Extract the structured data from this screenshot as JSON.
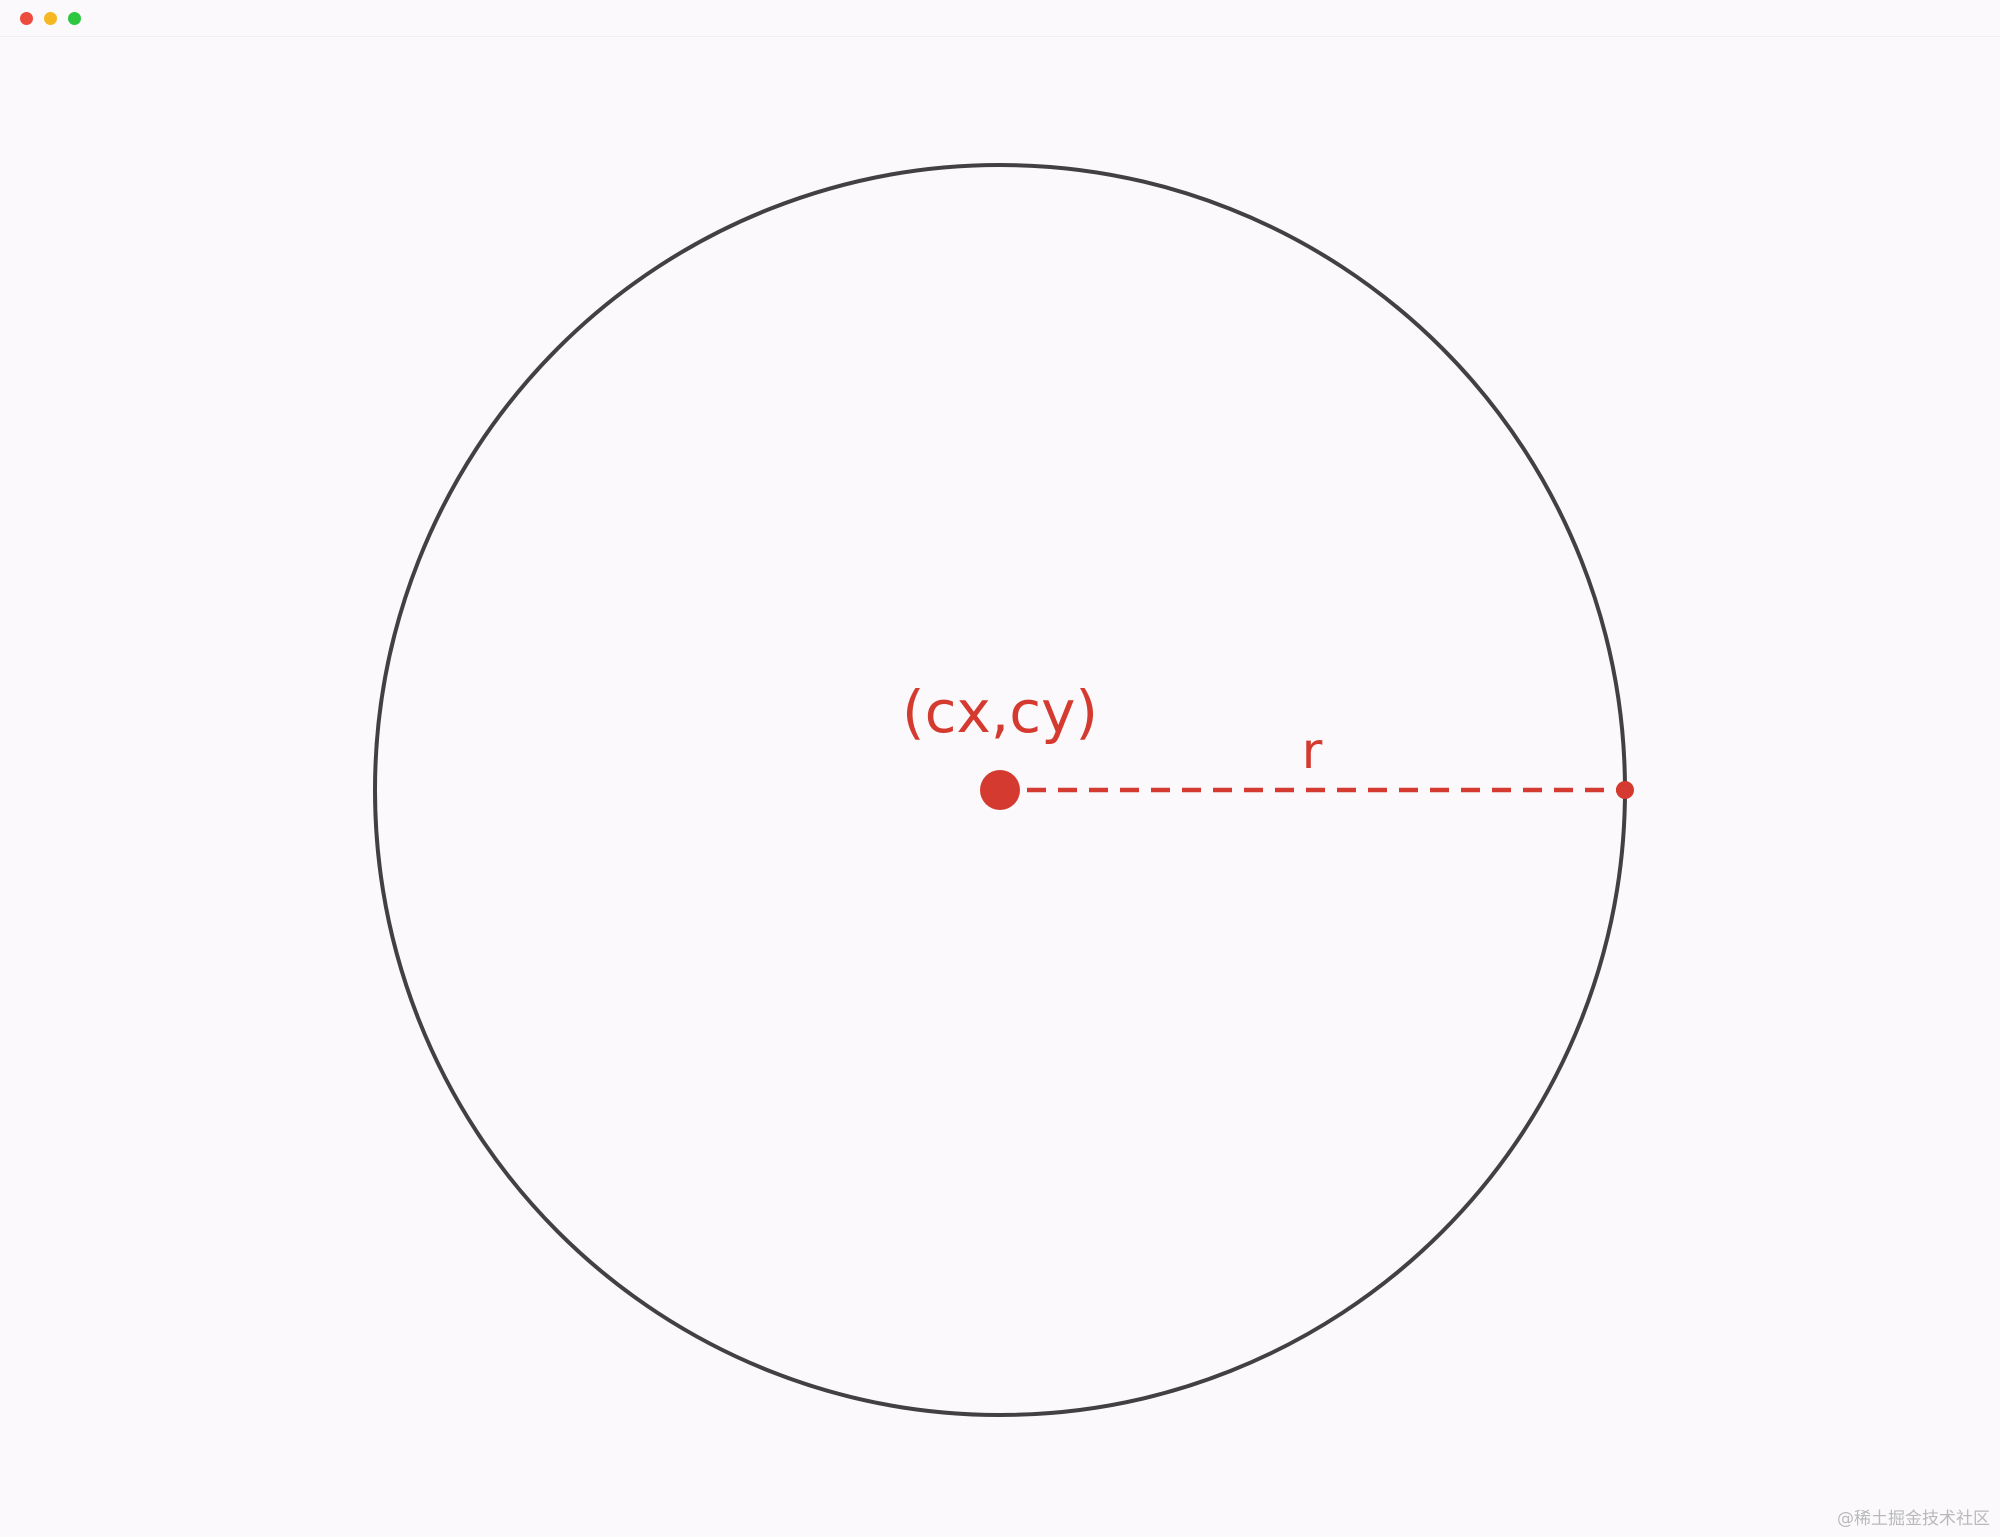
{
  "window": {
    "controls": [
      "close",
      "minimize",
      "zoom"
    ],
    "control_colors": {
      "close": "#ec4b3e",
      "minimize": "#f5b822",
      "zoom": "#2dc83f"
    }
  },
  "diagram": {
    "center_label": "(cx,cy)",
    "radius_label": "r",
    "circle_stroke_color": "#434043",
    "accent_color": "#d43a2f",
    "radius_line_style": "dashed"
  },
  "watermark": "@稀土掘金技术社区"
}
